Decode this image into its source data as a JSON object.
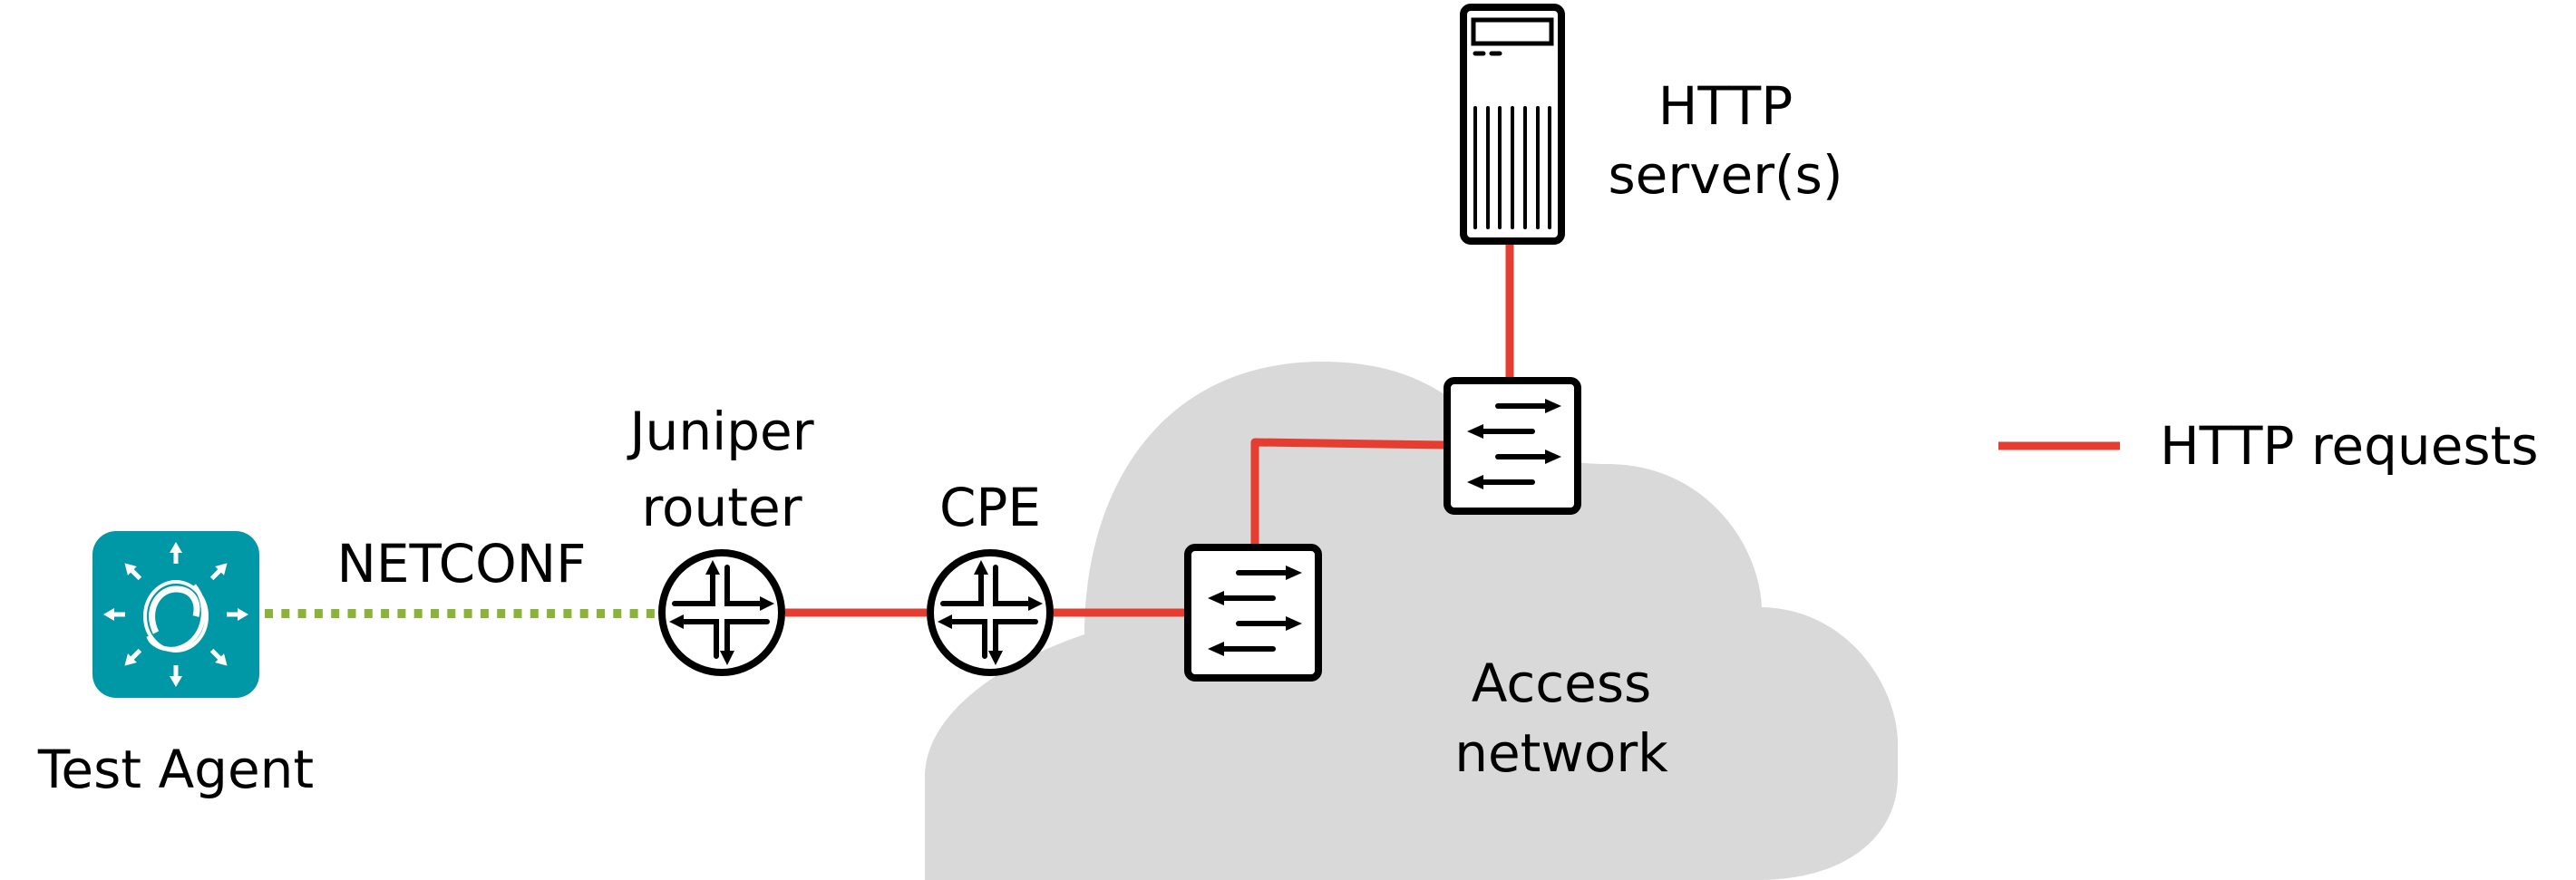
{
  "colors": {
    "background": "#FFFFFF",
    "cloud": "#D9D9D9",
    "http_link": "#E53E30",
    "netconf_link": "#8AB33A",
    "test_agent": "#0097A7",
    "icon_stroke": "#000000"
  },
  "nodes": {
    "test_agent": {
      "label": "Test Agent"
    },
    "juniper_router": {
      "label_line1": "Juniper",
      "label_line2": "router"
    },
    "cpe": {
      "label": "CPE"
    },
    "access_network": {
      "label_line1": "Access",
      "label_line2": "network"
    },
    "http_server": {
      "label_line1": "HTTP",
      "label_line2": "server(s)"
    }
  },
  "links": {
    "netconf": {
      "label": "NETCONF",
      "style": "dotted"
    }
  },
  "legend": {
    "items": [
      {
        "label": "HTTP requests",
        "style": "solid"
      }
    ]
  }
}
